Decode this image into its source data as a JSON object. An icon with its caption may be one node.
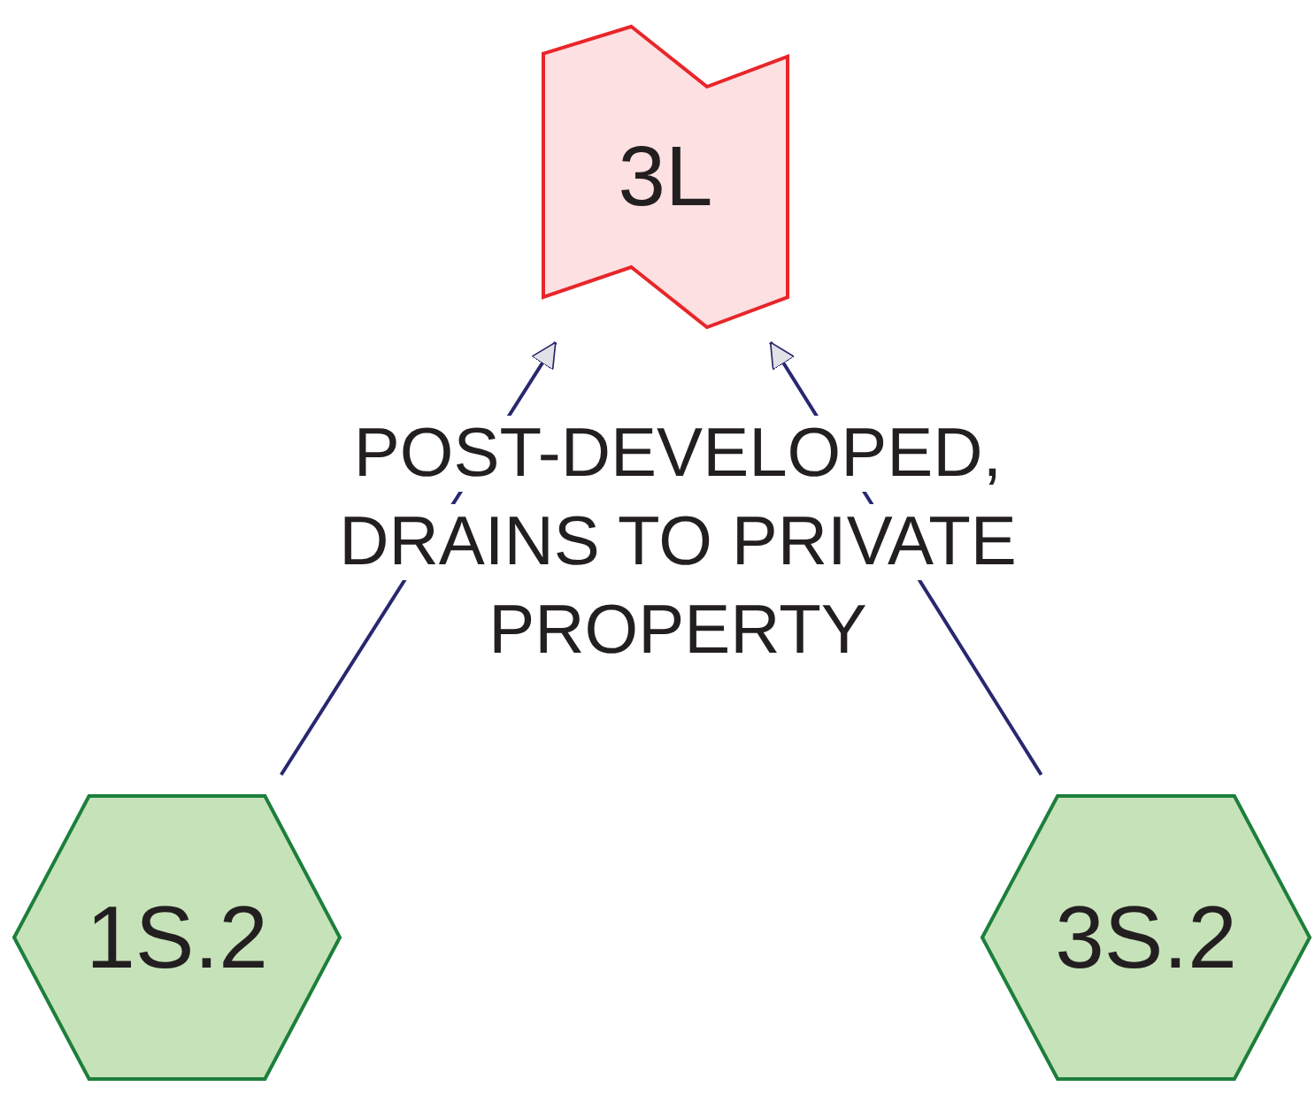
{
  "diagram": {
    "nodes": [
      {
        "text": [
          "3L"
        ]
      },
      {
        "text": [
          "1S.2"
        ]
      },
      {
        "text": [
          "3S.2"
        ]
      }
    ],
    "edges": [
      {
        "from": 1,
        "to": 0,
        "arrow": "to"
      },
      {
        "from": 2,
        "to": 0,
        "arrow": "to"
      }
    ],
    "labels": [
      "POST-DEVELOPED, DRAINS TO PRIVATE PROPERTY"
    ]
  }
}
